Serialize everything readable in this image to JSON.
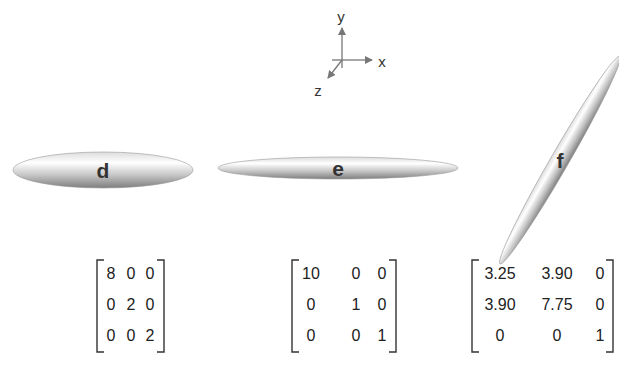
{
  "diagram": {
    "nodes": [
      {
        "text": [
          "d"
        ]
      },
      {
        "text": [
          "e"
        ]
      },
      {
        "text": [
          "f"
        ]
      }
    ],
    "labels": [
      "y",
      "x",
      "z",
      "8",
      "0",
      "0",
      "0",
      "2",
      "0",
      "0",
      "0",
      "2",
      "10",
      "0",
      "0",
      "0",
      "1",
      "0",
      "0",
      "0",
      "1",
      "3.25",
      "3.90",
      "0",
      "3.90",
      "7.75",
      "0",
      "0",
      "0",
      "1"
    ]
  }
}
